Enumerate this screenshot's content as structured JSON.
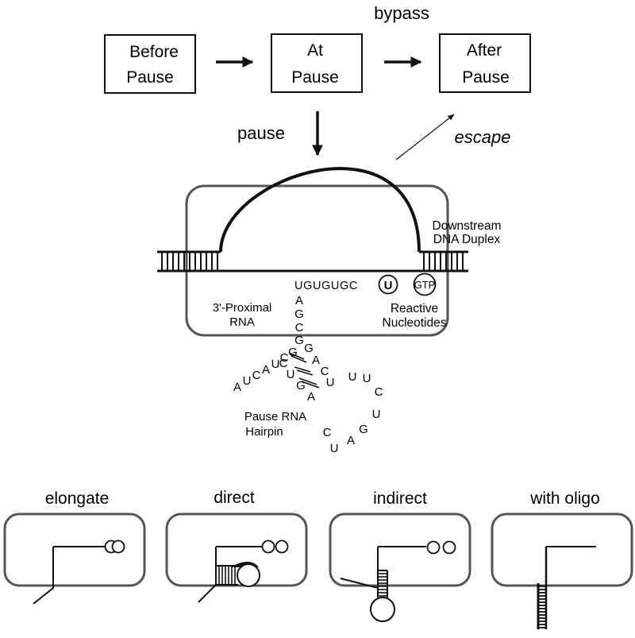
{
  "states": {
    "before": [
      "Before",
      "Pause"
    ],
    "at": [
      "At",
      "Pause"
    ],
    "after": [
      "After",
      "Pause"
    ]
  },
  "transitions": {
    "bypass": "bypass",
    "pause": "pause",
    "escape": "escape"
  },
  "complex": {
    "downstream": [
      "Downstream",
      "DNA Duplex"
    ],
    "rna_3prime": [
      "3'-Proximal",
      "RNA"
    ],
    "reactive": [
      "Reactive",
      "Nucleotides"
    ],
    "hairpin_label": [
      "Pause RNA",
      "Hairpin"
    ],
    "transcript": "UGUGUGC",
    "u_circle": "U",
    "gtp_circle": "GTP",
    "stem_vertical": [
      "A",
      "G",
      "C",
      "G"
    ],
    "hairpin_left_arm": [
      "A",
      "U",
      "C",
      "A",
      "U",
      "C"
    ],
    "hairpin_inner": [
      "G",
      "C",
      "U",
      "G"
    ],
    "hairpin_outer": [
      "G",
      "A",
      "C",
      "A"
    ],
    "hairpin_loop": [
      "U",
      "U",
      "U",
      "C",
      "U",
      "G",
      "A",
      "U",
      "C"
    ]
  },
  "modes": [
    "elongate",
    "direct",
    "indirect",
    "with oligo"
  ]
}
